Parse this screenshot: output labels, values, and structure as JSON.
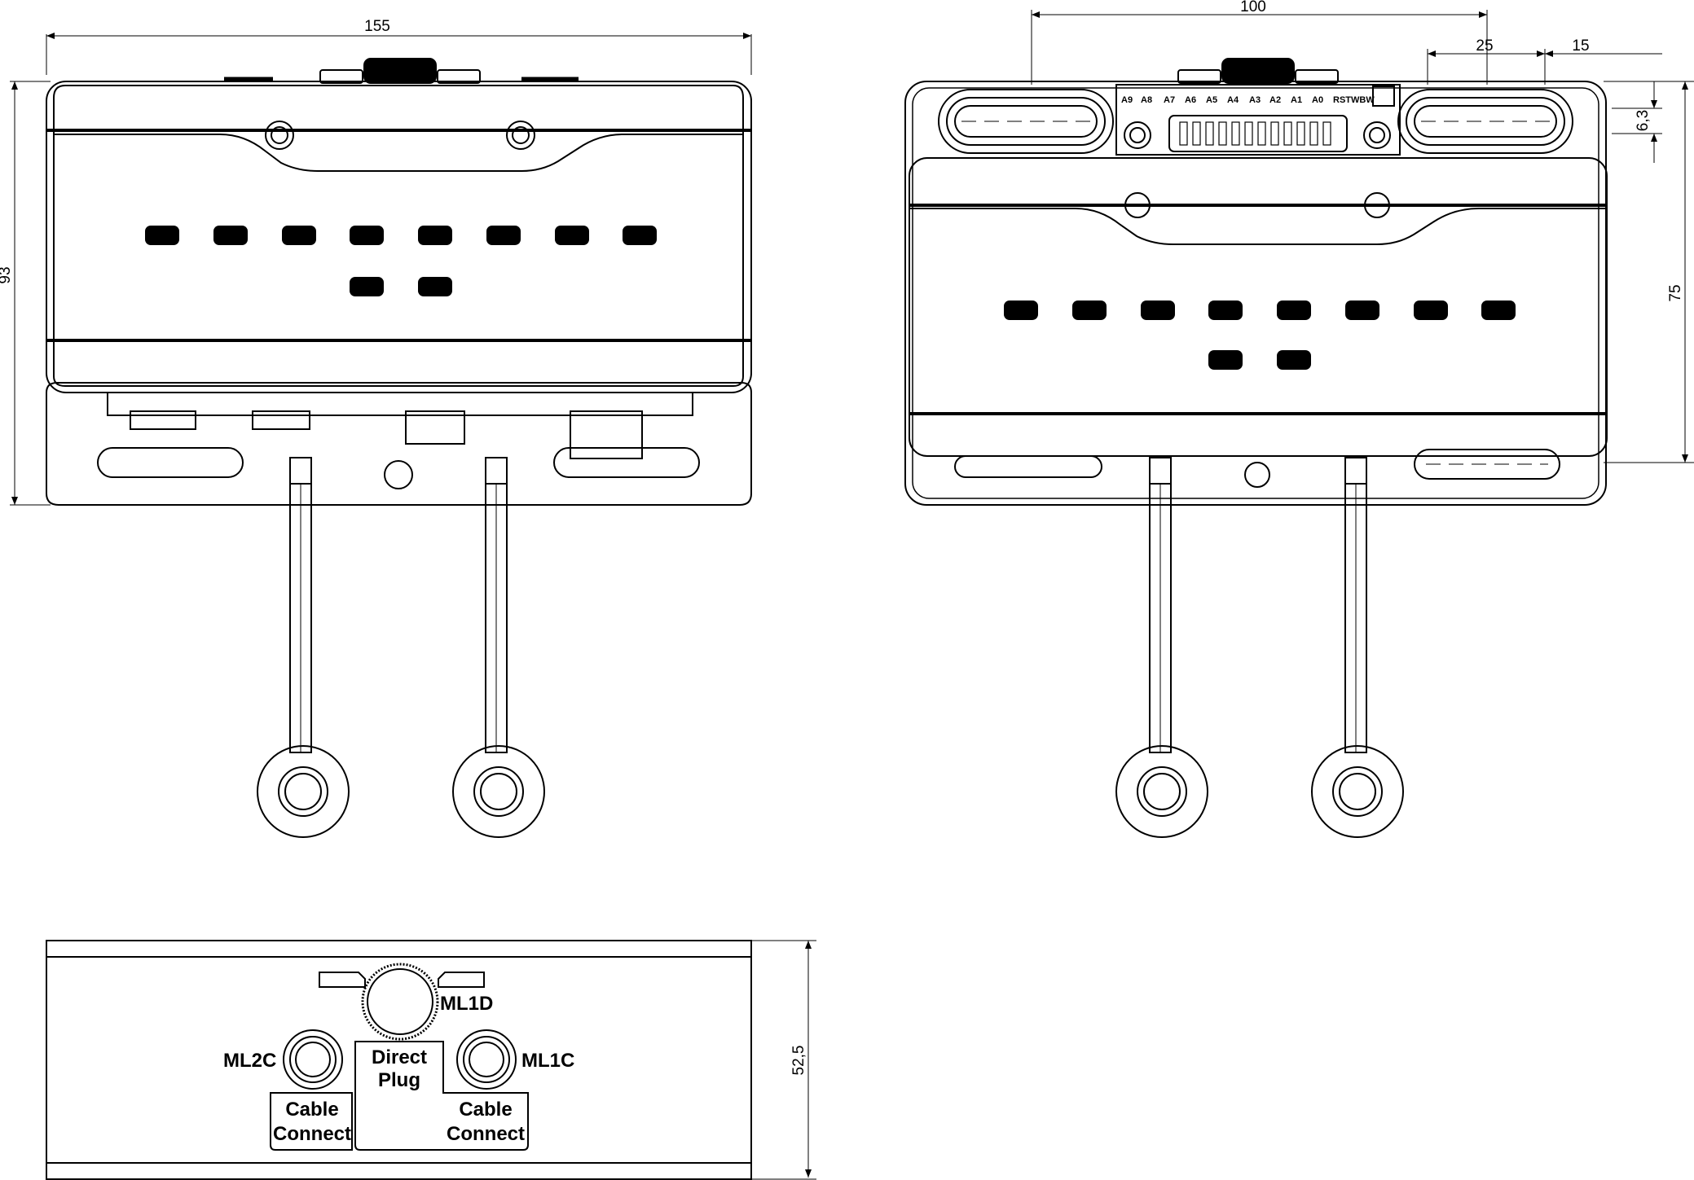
{
  "dimensions": {
    "front_width": "155",
    "front_height": "93",
    "rear_mount_spacing": "100",
    "rear_slot_offset_25": "25",
    "rear_slot_offset_15": "15",
    "rear_slot_width": "6,3",
    "rear_height": "75",
    "bottom_depth": "52,5"
  },
  "switch_labels": [
    "A9",
    "A8",
    "A7",
    "A6",
    "A5",
    "A4",
    "A3",
    "A2",
    "A1",
    "A0",
    "RST",
    "WBW"
  ],
  "connectors": {
    "ml1d": "ML1D",
    "ml2c": "ML2C",
    "ml1c": "ML1C"
  },
  "boxes": {
    "direct_line1": "Direct",
    "direct_line2": "Plug",
    "cable_left_line1": "Cable",
    "cable_left_line2": "Connect",
    "cable_right_line1": "Cable",
    "cable_right_line2": "Connect"
  },
  "colors": {
    "stroke": "#000000",
    "background": "#ffffff"
  }
}
